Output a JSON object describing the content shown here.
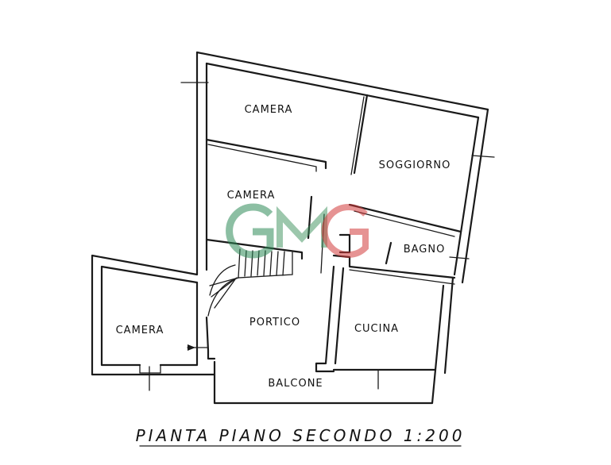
{
  "rooms": {
    "camera_top": "CAMERA",
    "soggiorno": "SOGGIORNO",
    "camera_middle": "CAMERA",
    "bagno": "BAGNO",
    "camera_left": "CAMERA",
    "portico": "PORTICO",
    "cucina": "CUCINA",
    "balcone": "BALCONE"
  },
  "title": "PIANTA PIANO SECONDO 1:200",
  "logo": {
    "text": "GMG",
    "colors": [
      "#2e8a57",
      "#d23a3a"
    ]
  }
}
